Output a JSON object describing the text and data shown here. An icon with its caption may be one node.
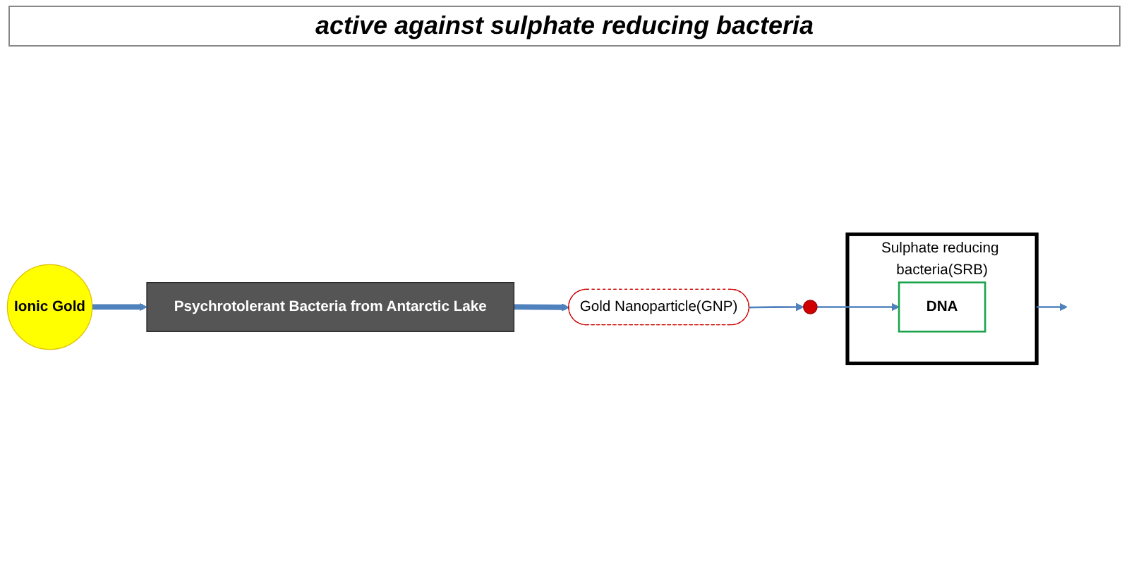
{
  "diagram": {
    "title": "active against sulphate reducing bacteria",
    "nodes": [
      {
        "text": [
          "Ionic Gold"
        ]
      },
      {
        "text": [
          "Psychrotolerant Bacteria from Antarctic Lake"
        ]
      },
      {
        "text": [
          "Gold Nanoparticle(GNP)"
        ]
      },
      {
        "text": [
          "Sulphate reducing bacteria(SRB)"
        ]
      },
      {
        "text": [],
        "shape": "circle"
      },
      {
        "text": [
          "DNA"
        ],
        "in": 3
      }
    ],
    "edges": [
      {
        "from": 0,
        "to": 1,
        "arrow": "to",
        "style": "thick"
      },
      {
        "from": 1,
        "to": 2,
        "arrow": "to",
        "style": "thick"
      },
      {
        "from": 2,
        "to": 4,
        "arrow": "to"
      },
      {
        "from": 4,
        "to": 5,
        "arrow": "to"
      },
      {
        "from": 3,
        "to": null,
        "arrow": "to"
      }
    ]
  }
}
